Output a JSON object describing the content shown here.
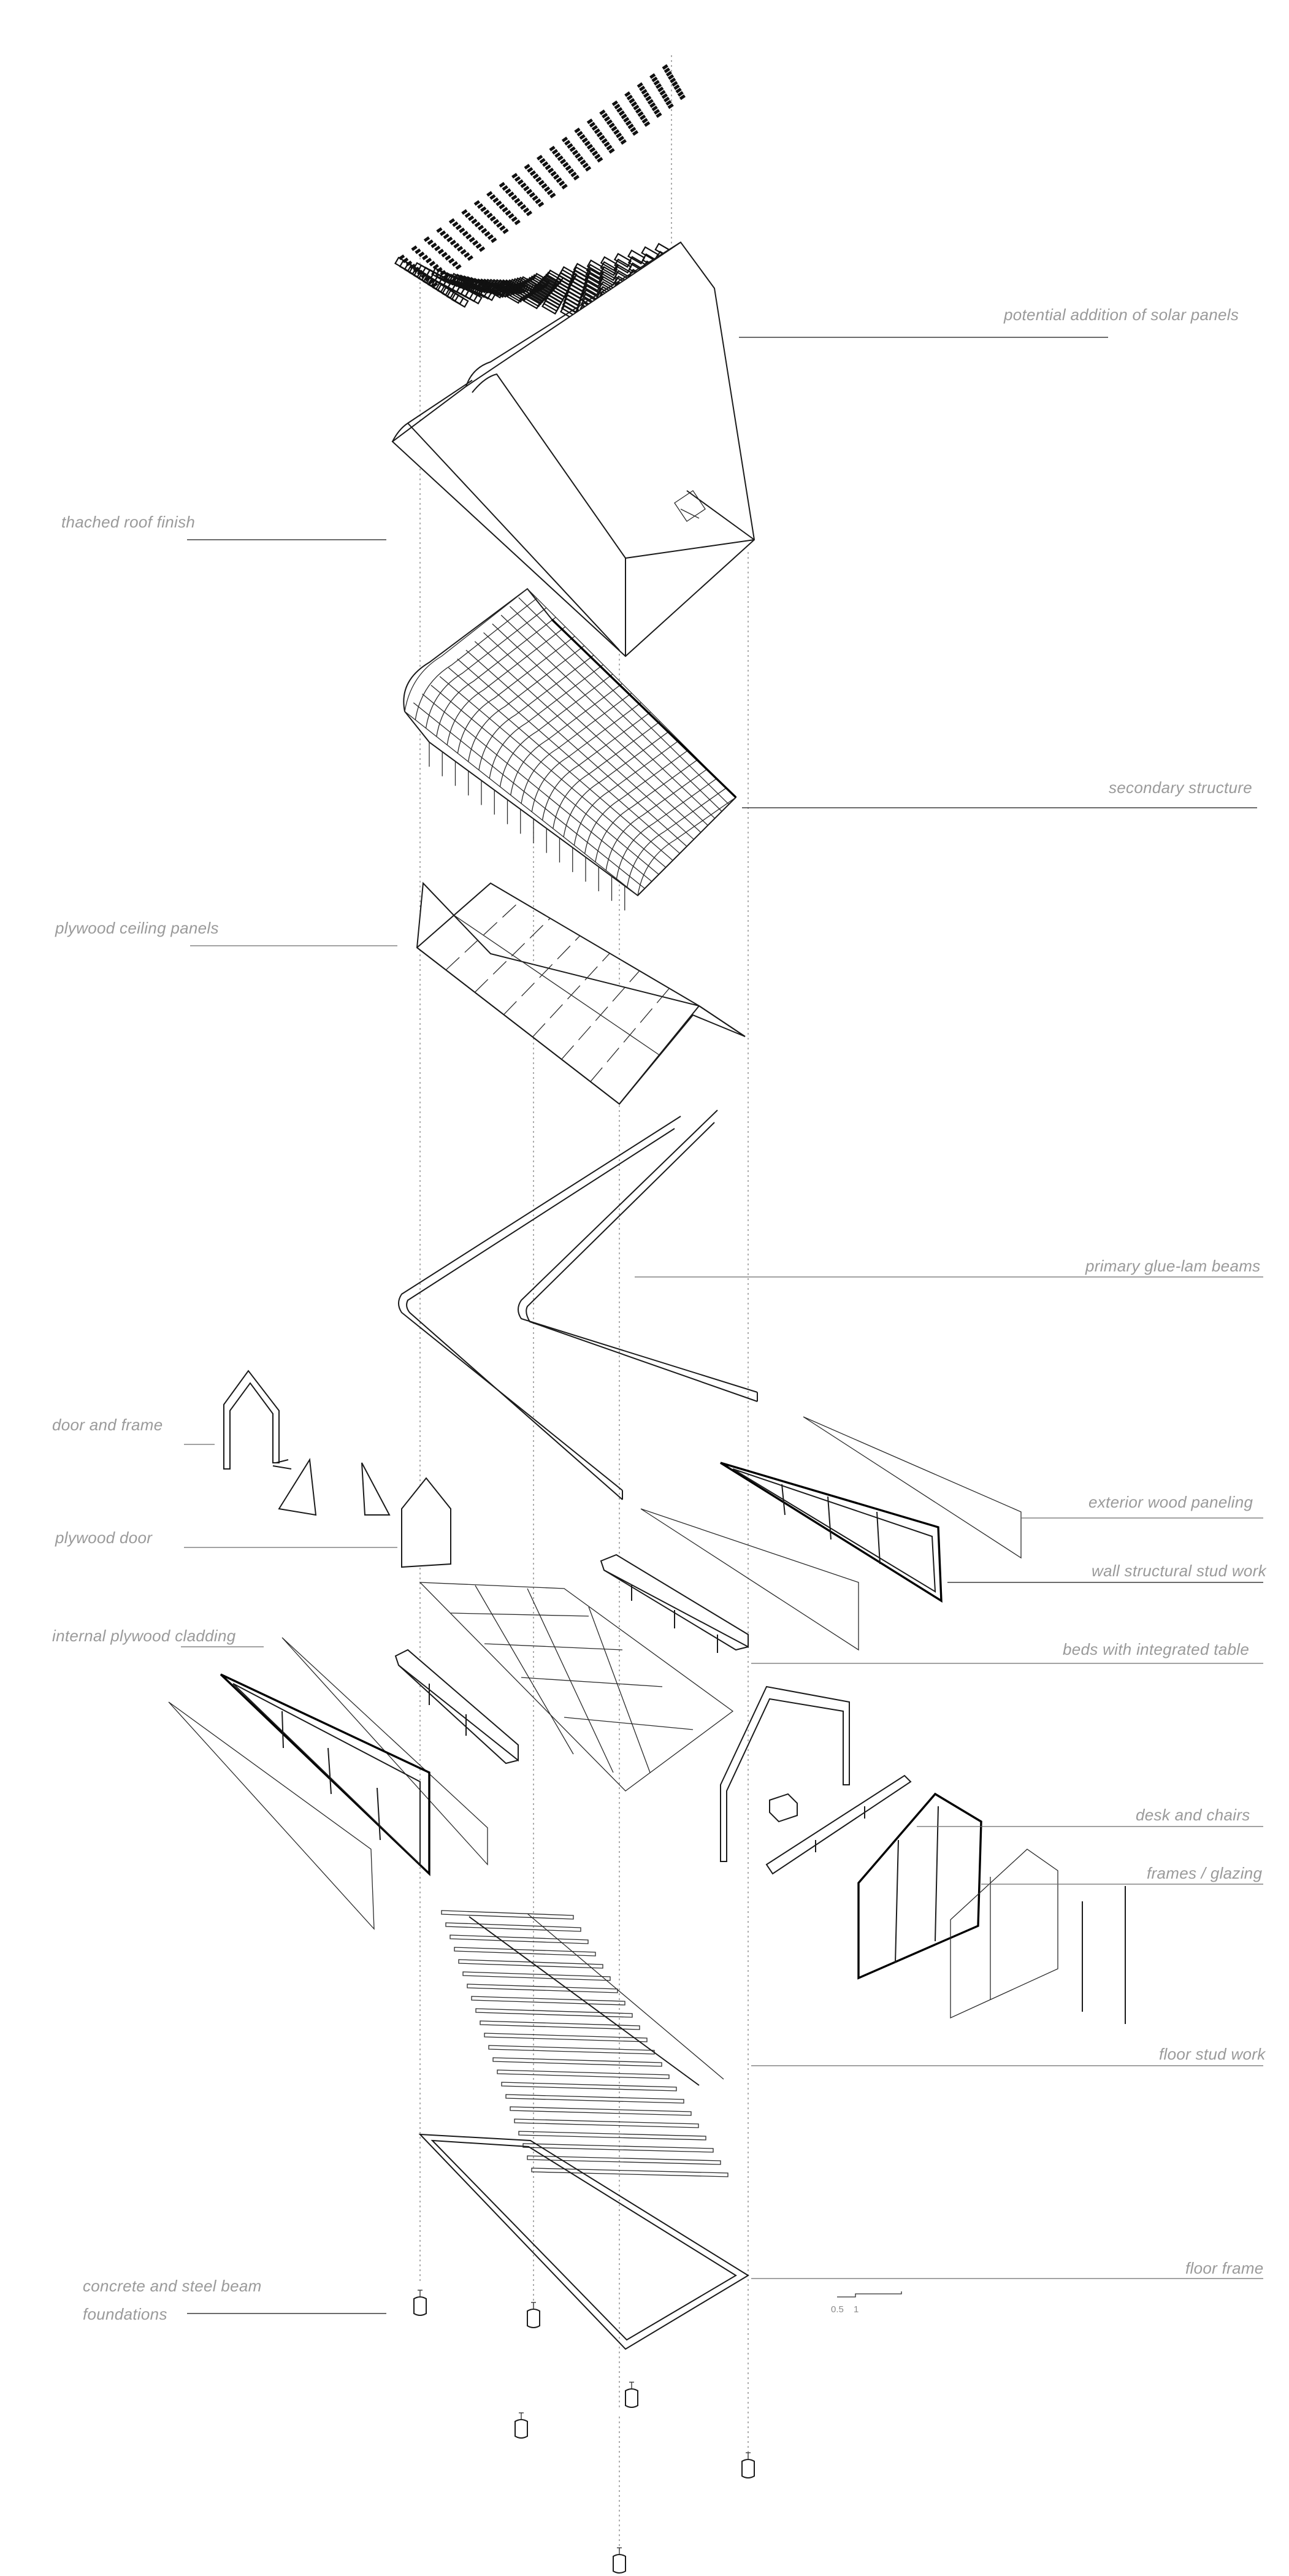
{
  "labels": {
    "solar_panels": "potential addition of solar panels",
    "thatched_roof": "thached roof finish",
    "secondary_structure": "secondary structure",
    "plywood_ceiling": "plywood ceiling panels",
    "glue_lam_beams": "primary glue-lam beams",
    "door_frame": "door and frame",
    "exterior_paneling": "exterior wood paneling",
    "plywood_door": "plywood door",
    "wall_stud_work": "wall structural stud work",
    "internal_cladding": "internal plywood cladding",
    "beds_table": "beds with integrated table",
    "desk_chairs": "desk  and chairs",
    "frames_glazing": "frames / glazing",
    "floor_stud_work": "floor stud work",
    "floor_frame": "floor frame",
    "foundations_line1": "concrete and steel beam",
    "foundations_line2": "foundations"
  },
  "scale_bar": {
    "tick_a": "0.5",
    "tick_b": "1"
  },
  "colors": {
    "label": "#9a9a9a",
    "line": "#1a1a1a",
    "background": "#ffffff"
  }
}
